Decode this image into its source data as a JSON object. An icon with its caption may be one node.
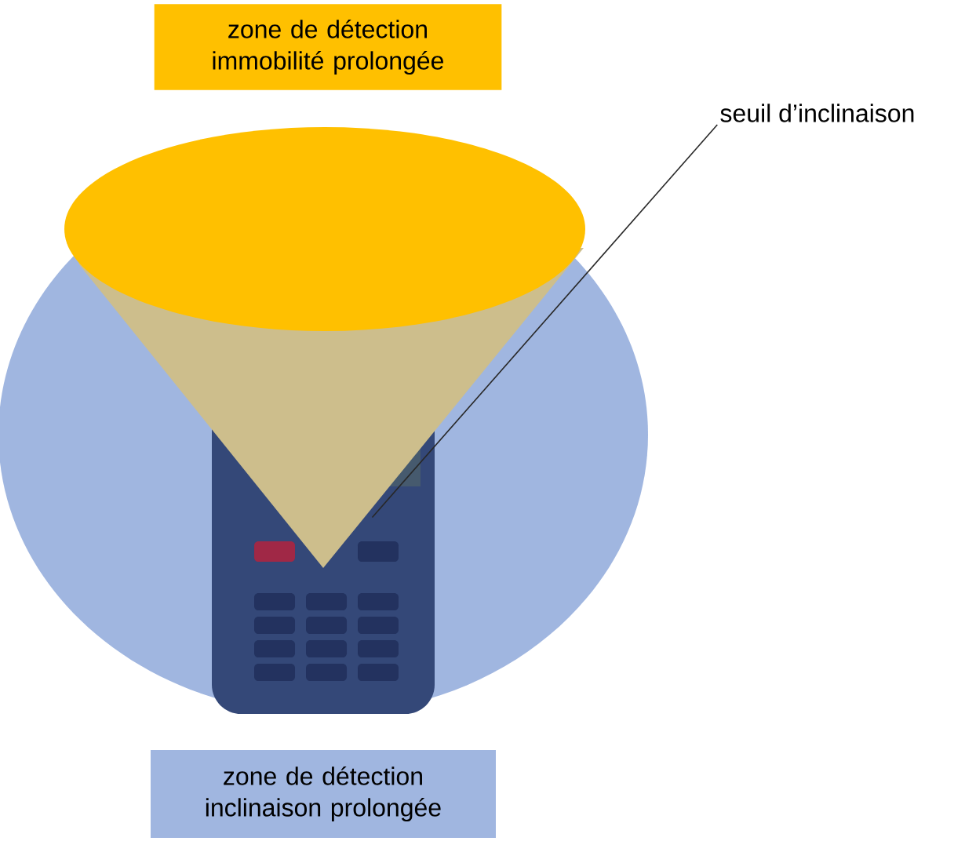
{
  "diagram": {
    "nodes": [
      {
        "text": [
          "zone de détection immobilité prolongée"
        ]
      },
      {
        "text": [
          "zone de détection inclinaison prolongée"
        ]
      },
      {
        "text": [
          "seuil d’inclinaison"
        ]
      },
      {
        "text": [],
        "shape": "triangle"
      }
    ],
    "edges": [
      {
        "from": 2,
        "to": 3,
        "arrow": "none"
      }
    ]
  }
}
